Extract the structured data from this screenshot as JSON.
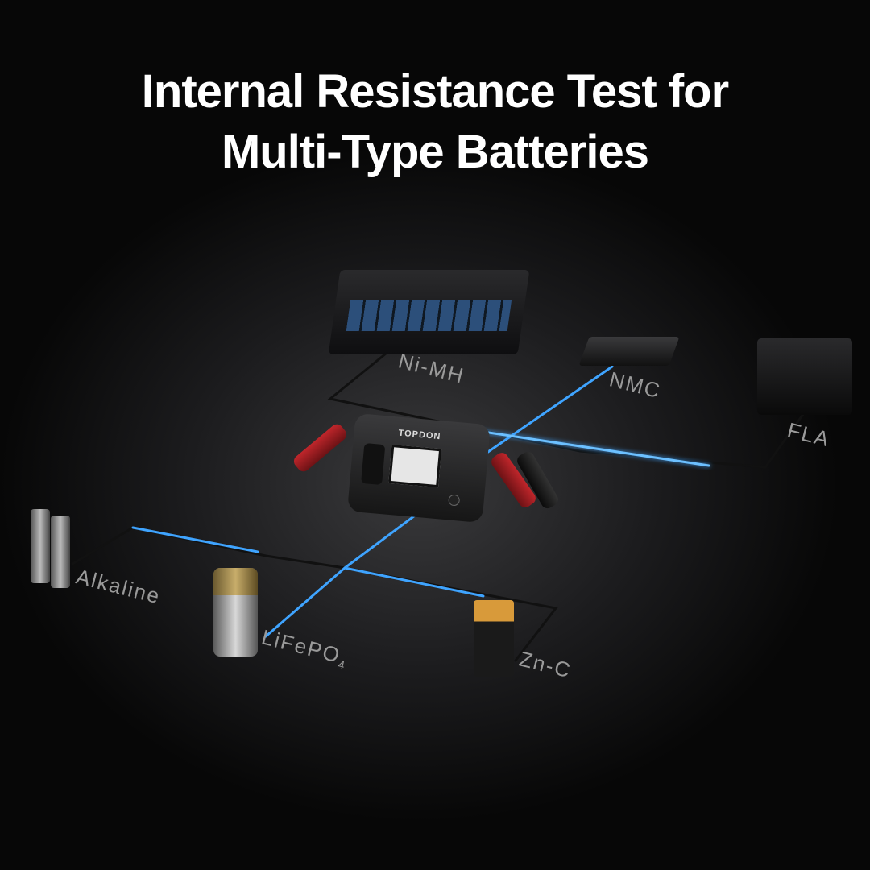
{
  "title": {
    "line1": "Internal Resistance Test for",
    "line2": "Multi-Type Batteries"
  },
  "batteries": [
    {
      "label": "Ni-MH"
    },
    {
      "label": "NMC"
    },
    {
      "label": "FLA"
    },
    {
      "label": "Alkaline"
    },
    {
      "label": "LiFePO",
      "subscript": "4"
    },
    {
      "label": "Zn-C"
    }
  ],
  "device": {
    "brand": "TOPDON"
  },
  "colors": {
    "wire_glow": "#3fa4ff",
    "background": "#1c1c1e",
    "clamp_red": "#c0262b"
  }
}
